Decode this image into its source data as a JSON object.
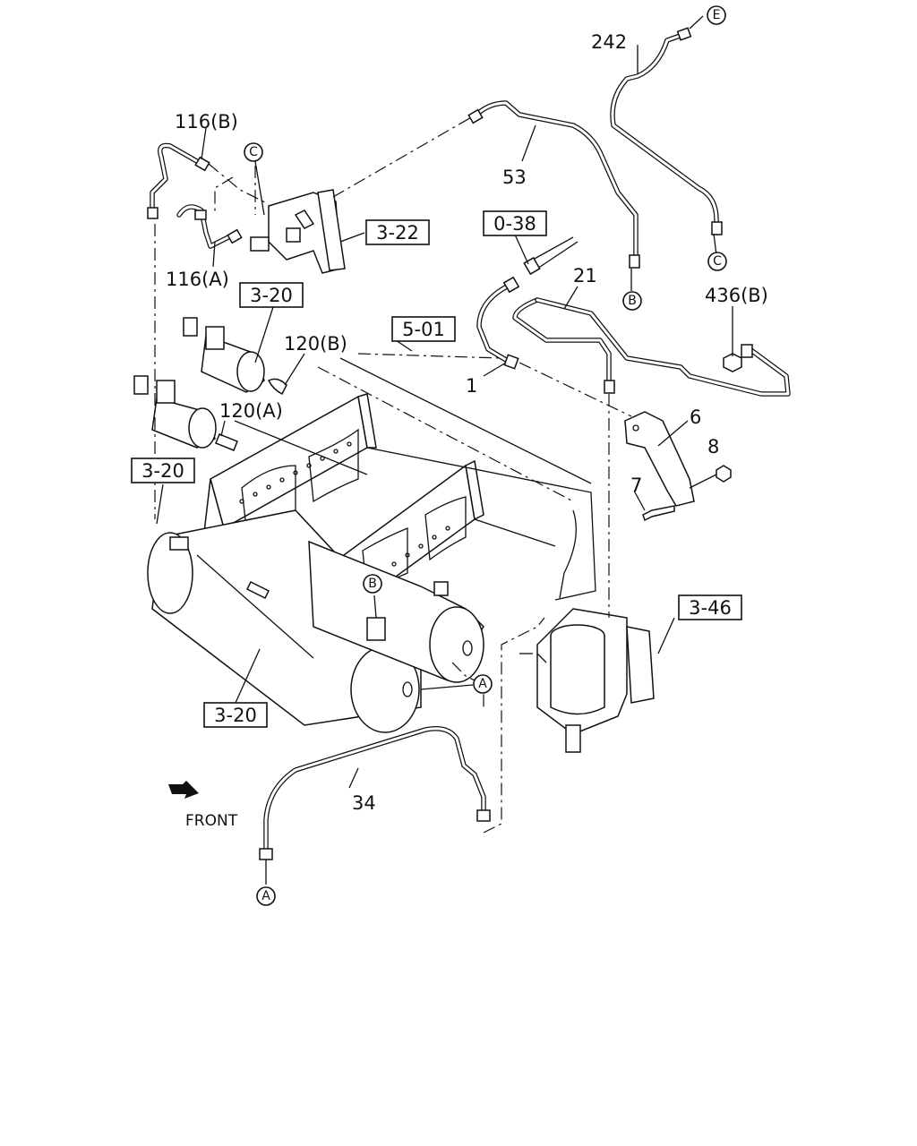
{
  "diagram": {
    "callouts": {
      "c242": "242",
      "c116b": "116(B)",
      "c53": "53",
      "c116a": "116(A)",
      "c21": "21",
      "c436b": "436(B)",
      "c120b": "120(B)",
      "c1": "1",
      "c120a": "120(A)",
      "c6": "6",
      "c8": "8",
      "c7": "7",
      "c34": "34"
    },
    "ref_boxes": {
      "r322": "3-22",
      "r038": "0-38",
      "r320_top": "3-20",
      "r501": "5-01",
      "r320_mid": "3-20",
      "r346": "3-46",
      "r320_bot": "3-20"
    },
    "connectors": {
      "e_top": "E",
      "c_left": "C",
      "c_right": "C",
      "b_mid": "B",
      "b_tank": "B",
      "a_right": "A",
      "a_bottom": "A"
    },
    "front_label": "FRONT"
  }
}
